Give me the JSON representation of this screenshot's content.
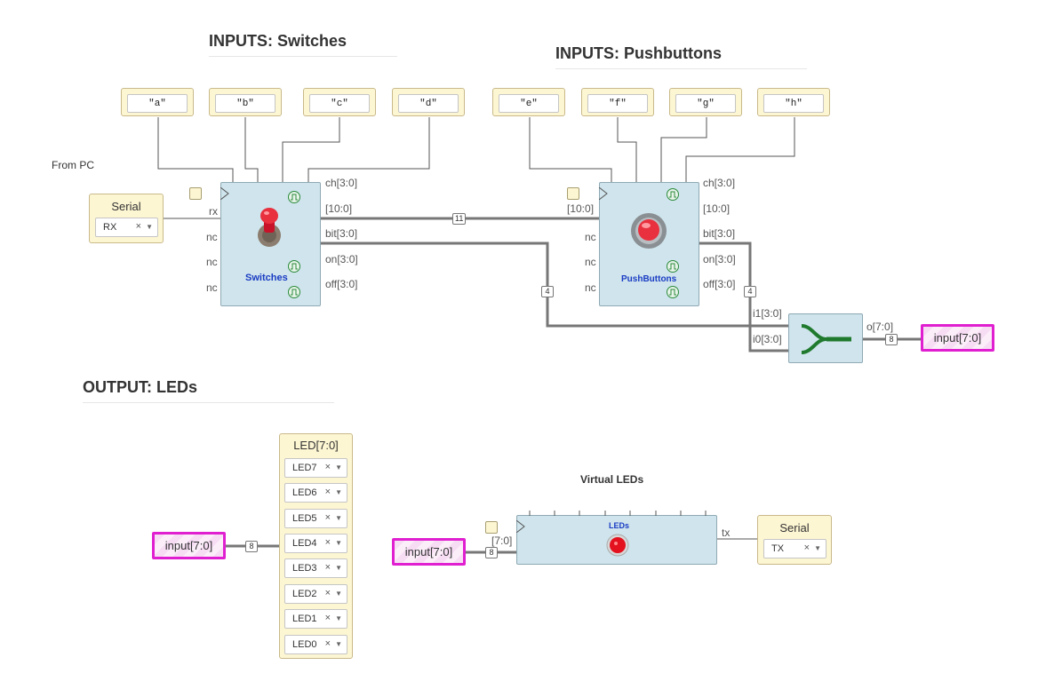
{
  "sections": {
    "switches_title": "INPUTS: Switches",
    "pushbuttons_title": "INPUTS: Pushbuttons",
    "leds_title": "OUTPUT: LEDs"
  },
  "from_pc_label": "From PC",
  "constants": [
    "\"a\"",
    "\"b\"",
    "\"c\"",
    "\"d\"",
    "\"e\"",
    "\"f\"",
    "\"g\"",
    "\"h\""
  ],
  "serial_rx": {
    "title": "Serial",
    "value": "RX",
    "clear": "×"
  },
  "serial_tx": {
    "title": "Serial",
    "value": "TX",
    "clear": "×"
  },
  "switches_block": {
    "label": "Switches",
    "in_ports": [
      "rx",
      "nc",
      "nc",
      "nc"
    ],
    "out_ports": [
      "ch[3:0]",
      "[10:0]",
      "bit[3:0]",
      "on[3:0]",
      "off[3:0]"
    ]
  },
  "pushbuttons_block": {
    "label": "PushButtons",
    "in_ports": [
      "[10:0]",
      "nc",
      "nc",
      "nc"
    ],
    "out_ports": [
      "ch[3:0]",
      "[10:0]",
      "bit[3:0]",
      "on[3:0]",
      "off[3:0]"
    ]
  },
  "join_block": {
    "in_ports": [
      "i1[3:0]",
      "i0[3:0]"
    ],
    "out_port": "o[7:0]"
  },
  "bus_widths": {
    "w11": "11",
    "w4a": "4",
    "w4b": "4",
    "w8a": "8",
    "w8b": "8",
    "w8c": "8"
  },
  "io_pins": {
    "out_pin": "input[7:0]",
    "led_in_pin": "input[7:0]",
    "vled_in_pin": "input[7:0]"
  },
  "led_panel": {
    "title": "LED[7:0]",
    "items": [
      "LED7",
      "LED6",
      "LED5",
      "LED4",
      "LED3",
      "LED2",
      "LED1",
      "LED0"
    ],
    "clear": "×"
  },
  "virtual_leds": {
    "title": "Virtual LEDs",
    "label": "LEDs",
    "in_port": "[7:0]",
    "out_port": "tx"
  },
  "colors": {
    "block_fill": "#cfe4ec",
    "const_fill": "#fdf6d3",
    "pin_border": "#e020d0",
    "wire": "#777777",
    "join_icon": "#1f7a2e",
    "label_blue": "#1a3cc4"
  }
}
